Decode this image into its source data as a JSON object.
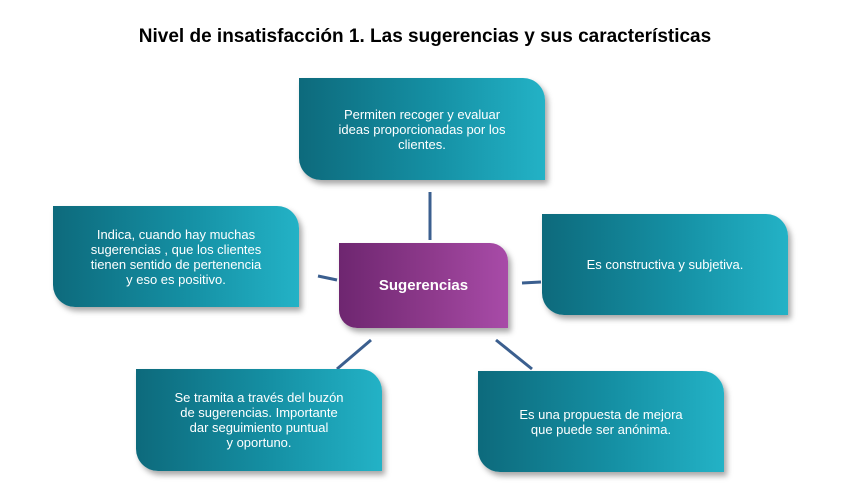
{
  "title": "Nivel de insatisfacción 1. Las sugerencias y sus características",
  "center": {
    "label": "Sugerencias",
    "color": "#8e3a8c"
  },
  "boxes": {
    "top": "Permiten recoger y evaluar\nideas proporcionadas  por los\nclientes.",
    "left": "Indica, cuando hay muchas\nsugerencias , que los clientes\ntienen sentido de pertenencia\ny eso es positivo.",
    "right": "Es constructiva y subjetiva.",
    "bottom_left": "Se tramita a través del buzón\nde sugerencias. Importante\ndar seguimiento puntual\ny oportuno.",
    "bottom_right": "Es una propuesta de mejora\nque puede ser anónima."
  },
  "colors": {
    "box": "#1590a4",
    "connector": "#3b5f8f"
  }
}
